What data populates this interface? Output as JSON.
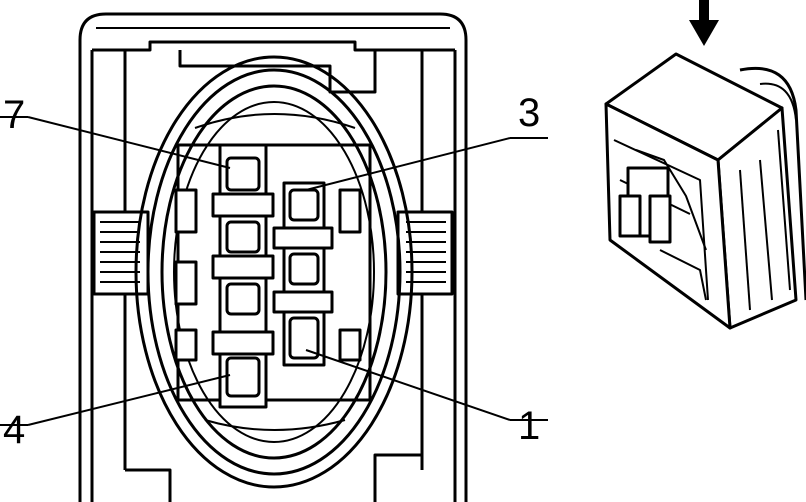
{
  "labels": {
    "pin_7": "7",
    "pin_3": "3",
    "pin_4": "4",
    "pin_1": "1"
  },
  "icons": {
    "insert_arrow": "arrow-down-icon"
  },
  "colors": {
    "line": "#000000",
    "background": "#ffffff"
  }
}
